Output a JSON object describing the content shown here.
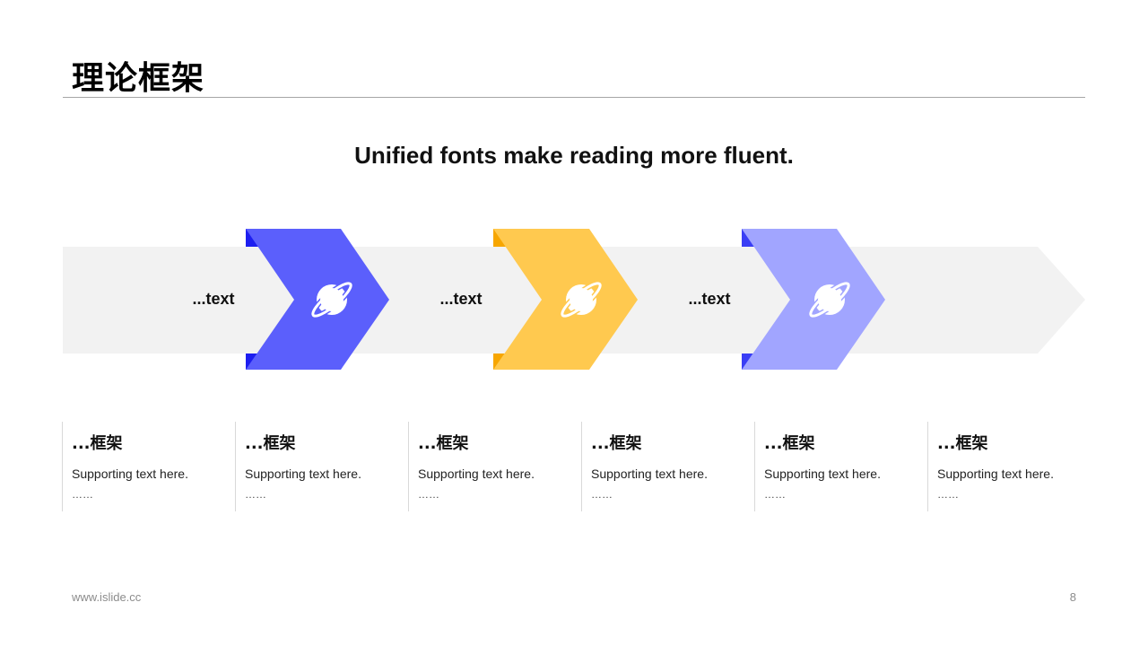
{
  "title": "理论框架",
  "subtitle": "Unified fonts make reading more fluent.",
  "flow": {
    "steps": [
      {
        "label": "...text",
        "color": "#5b5ffc",
        "dark": "#1d1ef0",
        "icon": "planet-icon"
      },
      {
        "label": "...text",
        "color": "#ffc94f",
        "dark": "#f7a600",
        "icon": "planet-icon"
      },
      {
        "label": "...text",
        "color": "#a1a5ff",
        "dark": "#3a3ef5",
        "icon": "planet-icon"
      }
    ],
    "band_color": "#f2f2f2"
  },
  "columns": [
    {
      "heading": "...框架",
      "text": "Supporting text here.",
      "ellipsis": "……"
    },
    {
      "heading": "...框架",
      "text": "Supporting text here.",
      "ellipsis": "……"
    },
    {
      "heading": "...框架",
      "text": "Supporting text here.",
      "ellipsis": "……"
    },
    {
      "heading": "...框架",
      "text": "Supporting text here.",
      "ellipsis": "……"
    },
    {
      "heading": "...框架",
      "text": "Supporting text here.",
      "ellipsis": "……"
    },
    {
      "heading": "...框架",
      "text": "Supporting text here.",
      "ellipsis": "……"
    }
  ],
  "footer": {
    "url": "www.islide.cc",
    "page": "8"
  }
}
